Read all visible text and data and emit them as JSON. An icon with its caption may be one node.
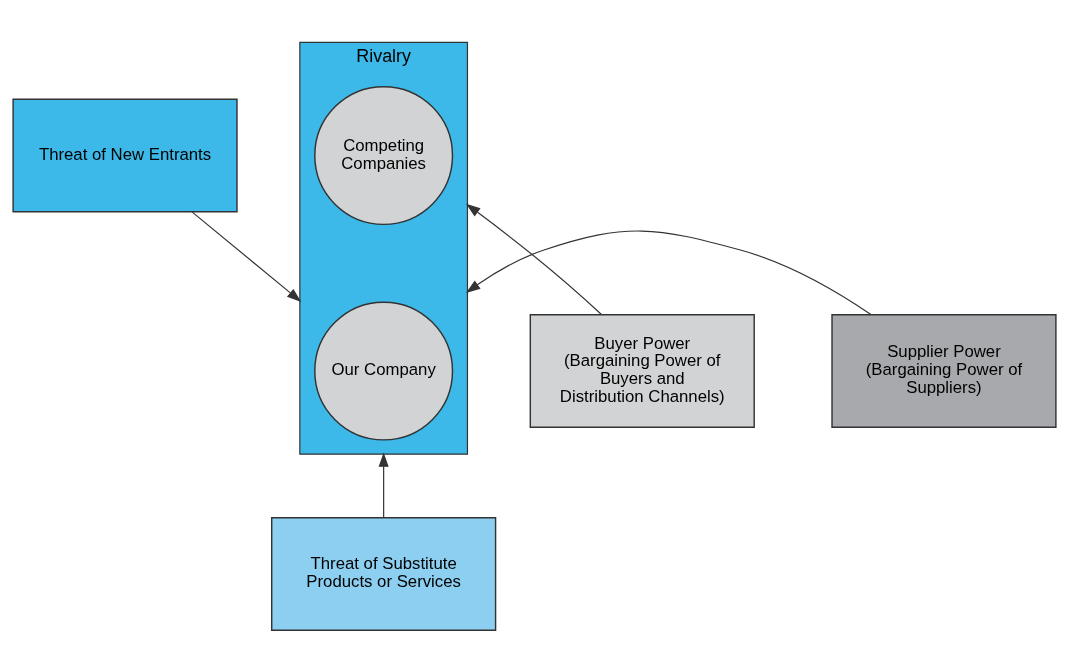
{
  "diagram": {
    "nodes": [
      {
        "text": [
          "Threat of New Entrants"
        ]
      },
      {
        "text": [
          "Supplier Power (Bargaining Power of Suppliers)"
        ]
      },
      {
        "text": [
          "Rivalry"
        ]
      },
      {
        "text": [
          "Our Company"
        ],
        "in": 2
      },
      {
        "text": [
          "Competing Companies"
        ],
        "in": 2
      },
      {
        "text": [
          "Buyer Power (Bargaining Power of Buyers and Distribution Channels)"
        ]
      },
      {
        "text": [
          "Threat of Substitute Products or Services"
        ]
      }
    ],
    "edges": [
      {
        "from": 0,
        "to": 2,
        "arrow": "to"
      },
      {
        "from": 1,
        "to": 2,
        "arrow": "to"
      },
      {
        "from": 5,
        "to": 2,
        "arrow": "to"
      },
      {
        "from": 6,
        "to": 2,
        "arrow": "to"
      }
    ]
  }
}
